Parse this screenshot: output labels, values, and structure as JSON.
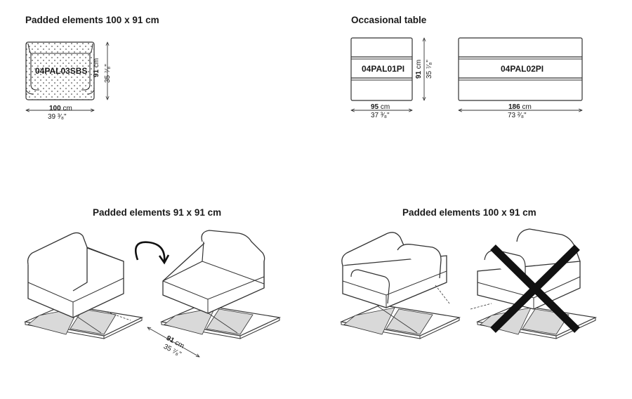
{
  "top_left": {
    "title": "Padded elements 100 x 91 cm",
    "code": "04PAL03SBS",
    "width_cm": "100",
    "width_unit": "cm",
    "width_in": "39 ³⁄₈\"",
    "depth_cm": "91",
    "depth_unit": "cm",
    "depth_in": "35 ⁷⁄₈\""
  },
  "top_right": {
    "title": "Occasional table",
    "small": {
      "code": "04PAL01PI",
      "width_cm": "95",
      "width_unit": "cm",
      "width_in": "37 ³⁄₈\"",
      "depth_cm": "91",
      "depth_unit": "cm",
      "depth_in": "35 ⁷⁄₈\""
    },
    "large": {
      "code": "04PAL02PI",
      "width_cm": "186",
      "width_unit": "cm",
      "width_in": "73 ²⁄₈\""
    }
  },
  "bottom_left": {
    "title": "Padded elements 91 x 91 cm",
    "dim_cm": "91",
    "dim_unit": "cm",
    "dim_in": "35 ⁷⁄₈\""
  },
  "bottom_right": {
    "title": "Padded elements 100 x 91 cm"
  }
}
